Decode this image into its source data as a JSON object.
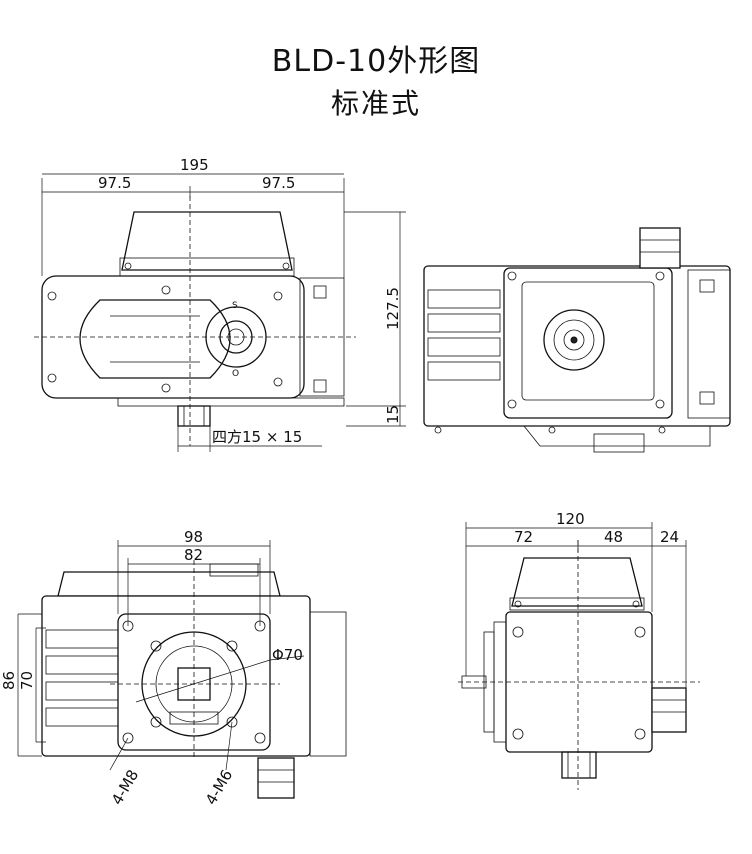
{
  "title": {
    "line1": "BLD-10外形图",
    "line2": "标准式"
  },
  "front_view": {
    "width_total": "195",
    "width_half_left": "97.5",
    "width_half_right": "97.5",
    "height": "127.5",
    "shaft_height": "15",
    "shaft_square": "四方15 × 15",
    "dial_open": "S",
    "dial_closed": "O"
  },
  "bottom_view": {
    "bolt_span_outer": "98",
    "bolt_span_inner": "82",
    "height_outer": "86",
    "height_inner": "70",
    "flange_diameter": "Φ70",
    "bolt_m8": "4-M8",
    "bolt_m6": "4-M6"
  },
  "end_view": {
    "width_total": "120",
    "width_left": "72",
    "width_mid": "48",
    "width_right": "24"
  }
}
